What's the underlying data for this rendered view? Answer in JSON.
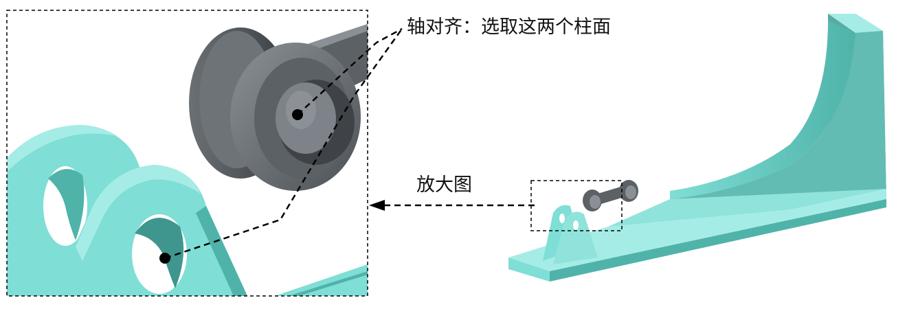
{
  "annotations": {
    "axis_align_label": "轴对齐：选取这两个柱面",
    "zoom_label": "放大图"
  },
  "colors": {
    "part_cyan": "#7fded5",
    "part_cyan_light": "#a6ece6",
    "part_cyan_dark": "#4fb3aa",
    "part_cyan_shadow": "#3f968e",
    "roller_gray": "#5c6166",
    "roller_gray_light": "#8a9095",
    "roller_gray_dark": "#3a3e42",
    "leader_line": "#000000"
  },
  "icons": {
    "pick_point": "filled-circle-dot",
    "arrow_head": "arrow-left-head"
  }
}
